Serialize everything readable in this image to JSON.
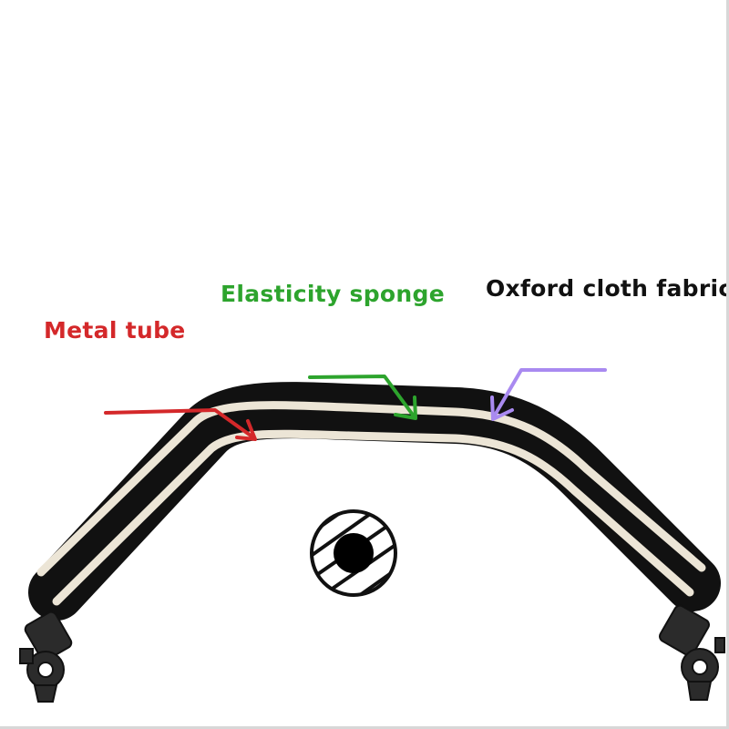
{
  "labels": {
    "metal_tube": "Metal tube",
    "elasticity_sponge": "Elasticity sponge",
    "oxford_cloth": "Oxford cloth fabric"
  },
  "colors": {
    "metal_tube": "#d4282a",
    "elasticity_sponge": "#2da42d",
    "oxford_cloth": "#111111",
    "oxford_arrow": "#a98af0",
    "bar_outer": "#111111",
    "bar_stripe": "#ece5d6",
    "background": "#ffffff"
  },
  "icons": {
    "cross_section": "tube-cross-section-icon",
    "left_clamp": "clamp-icon",
    "right_clamp": "clamp-icon"
  }
}
